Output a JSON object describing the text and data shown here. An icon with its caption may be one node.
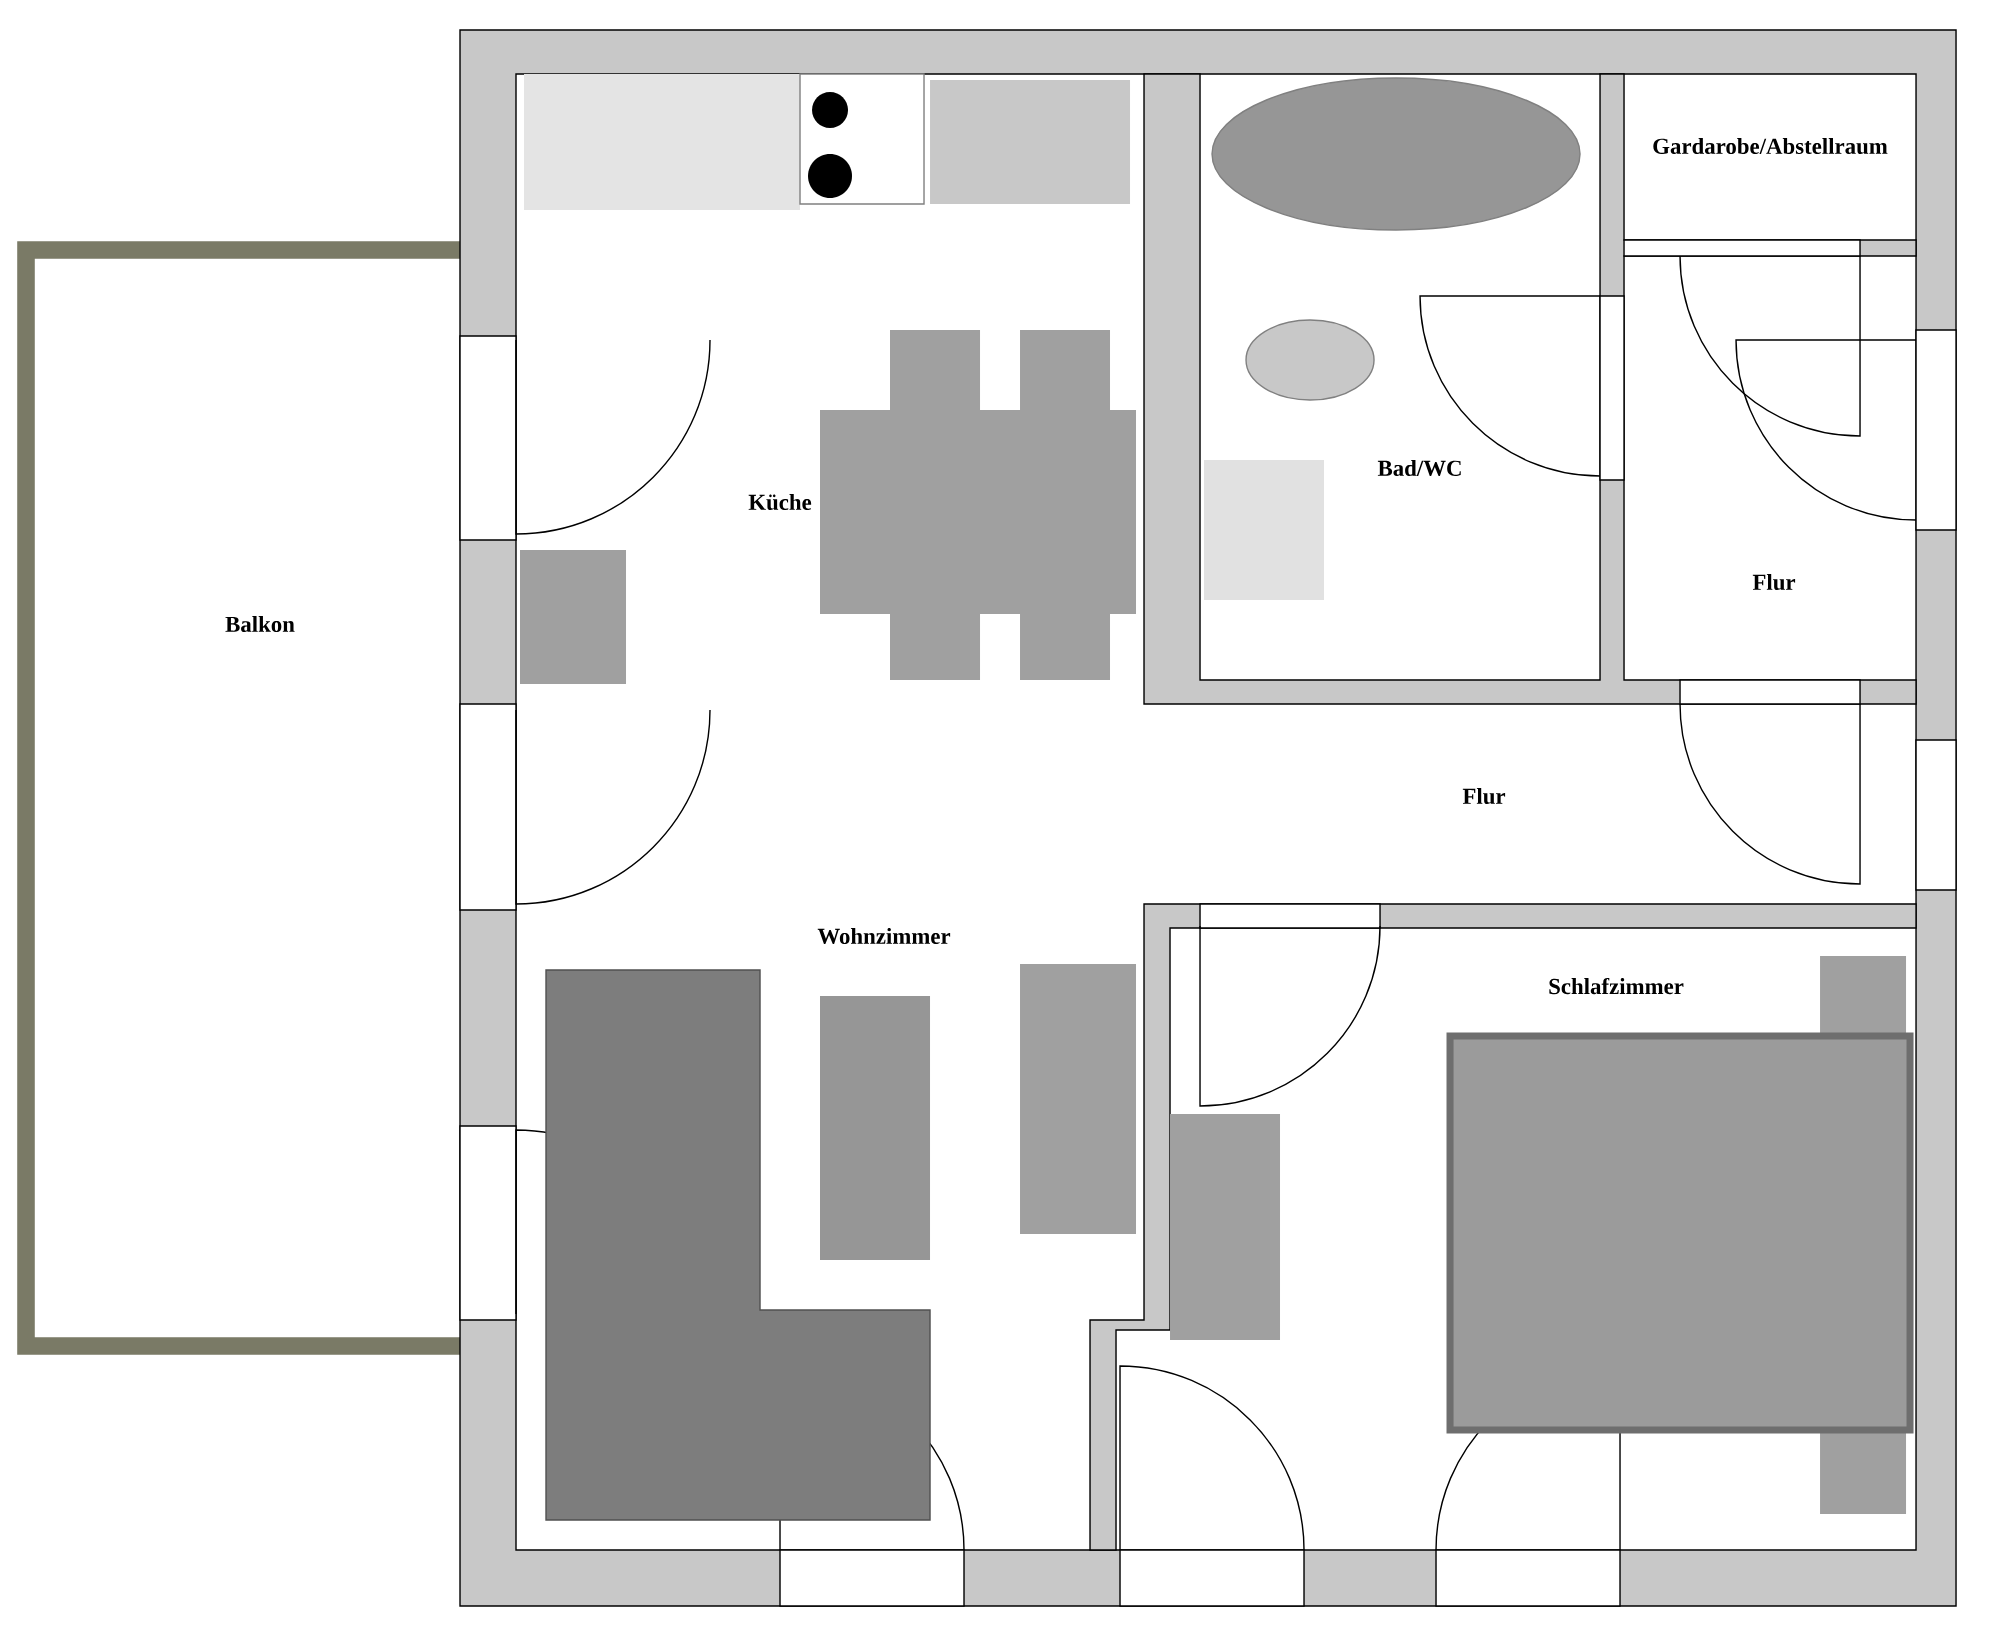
{
  "diagram": {
    "labels": [
      "Gardarobe/Abstellraum",
      "Bad/WC",
      "Küche",
      "Flur",
      "Balkon",
      "Flur",
      "Wohnzimmer",
      "Schlafzimmer"
    ]
  }
}
